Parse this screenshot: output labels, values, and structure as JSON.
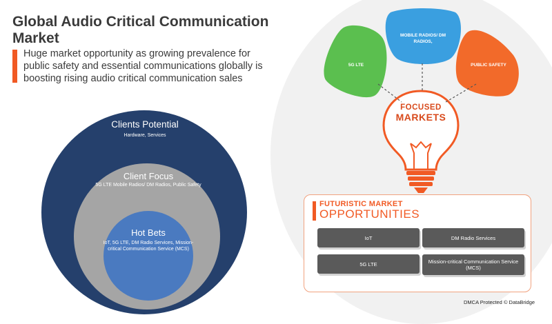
{
  "header": {
    "title": "Global Audio Critical Communication Market",
    "subtitle": "Huge market opportunity as growing prevalence for public safety and essential communications globally is boosting rising audio critical communication sales"
  },
  "circles": {
    "outer": {
      "title": "Clients Potential",
      "detail": "Hardware, Services"
    },
    "middle": {
      "title": "Client Focus",
      "detail": "5G LTE Mobile Radios/ DM Radios, Public Safety"
    },
    "inner": {
      "title": "Hot Bets",
      "detail": "IoT, 5G LTE, DM Radio Services, Mission-critical Communication Service (MCS)"
    }
  },
  "focused_markets": {
    "line1": "FOCUSED",
    "line2": "MARKETS",
    "segments": [
      "5G LTE",
      "MOBILE RADIOS/ DM RADIOS,",
      "PUBLIC SAFETY"
    ]
  },
  "opportunities": {
    "title_line1": "FUTURISTIC MARKET",
    "title_line2": "OPPORTUNITIES",
    "items": [
      "IoT",
      "DM Radio Services",
      "5G LTE",
      "Mission-critical Communication Service (MCS)"
    ]
  },
  "footer": "DMCA Protected © DataBridge",
  "colors": {
    "accent": "#f15a24",
    "navy": "#25406c",
    "gray": "#a5a5a5",
    "blue": "#4a7ac0",
    "green": "#5bbf4f",
    "sky": "#3a9fe0",
    "orange": "#f26a2a"
  }
}
